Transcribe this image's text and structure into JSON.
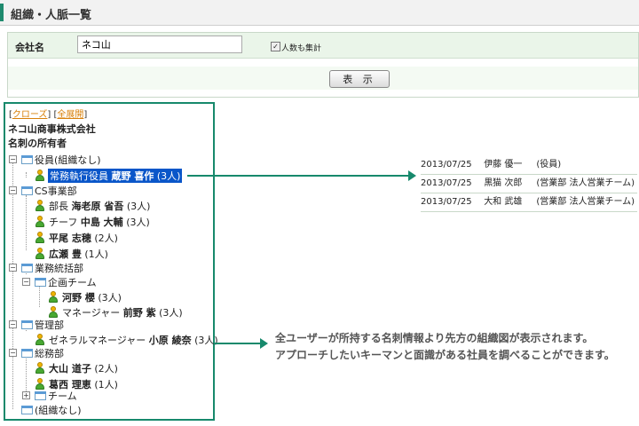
{
  "header": {
    "title": "組織・人脈一覧"
  },
  "search": {
    "company_label": "会社名",
    "company_value": "ネコ山",
    "count_checkbox_label": "人数も集計",
    "count_checked": true,
    "submit_label": "表 示"
  },
  "tree": {
    "collapse_label": "クローズ",
    "expand_label": "全展開",
    "company": "ネコ山商事株式会社",
    "owner_heading": "名刺の所有者",
    "nodes": {
      "officers": "役員(組織なし)",
      "officer_exec_role": "常務執行役員",
      "officer_exec_name": "蔵野 喜作",
      "officer_exec_count": "(3人)",
      "cs": "CS事業部",
      "cs_p1_role": "部長",
      "cs_p1_name": "海老原 省吾",
      "cs_p1_count": "(3人)",
      "cs_p2_role": "チーフ",
      "cs_p2_name": "中島 大輔",
      "cs_p2_count": "(3人)",
      "cs_p3_name": "平尾 志穂",
      "cs_p3_count": "(2人)",
      "cs_p4_name": "広瀬 豊",
      "cs_p4_count": "(1人)",
      "ops": "業務統括部",
      "planning": "企画チーム",
      "pl_p1_name": "河野 櫻",
      "pl_p1_count": "(3人)",
      "pl_p2_role": "マネージャー",
      "pl_p2_name": "前野 紫",
      "pl_p2_count": "(3人)",
      "mgmt": "管理部",
      "mg_p1_role": "ゼネラルマネージャー",
      "mg_p1_name": "小原 綾奈",
      "mg_p1_count": "(3人)",
      "general": "総務部",
      "gn_p1_name": "大山 道子",
      "gn_p1_count": "(2人)",
      "gn_p2_name": "葛西 理恵",
      "gn_p2_count": "(1人)",
      "team": "チーム",
      "no_org": "(組織なし)"
    }
  },
  "history": [
    {
      "date": "2013/07/25",
      "name": "伊藤 優一",
      "dept": "(役員)"
    },
    {
      "date": "2013/07/25",
      "name": "黒猫 次郎",
      "dept": "(営業部 法人営業チーム)"
    },
    {
      "date": "2013/07/25",
      "name": "大和 武雄",
      "dept": "(営業部 法人営業チーム)"
    }
  ],
  "callout": {
    "line1": "全ユーザーが所持する名刺情報より先方の組織図が表示されます。",
    "line2": "アプローチしたいキーマンと面識がある社員を調べることができます。"
  },
  "colors": {
    "accent": "#17896c",
    "selection": "#0a56c9",
    "link": "#d8800a"
  }
}
